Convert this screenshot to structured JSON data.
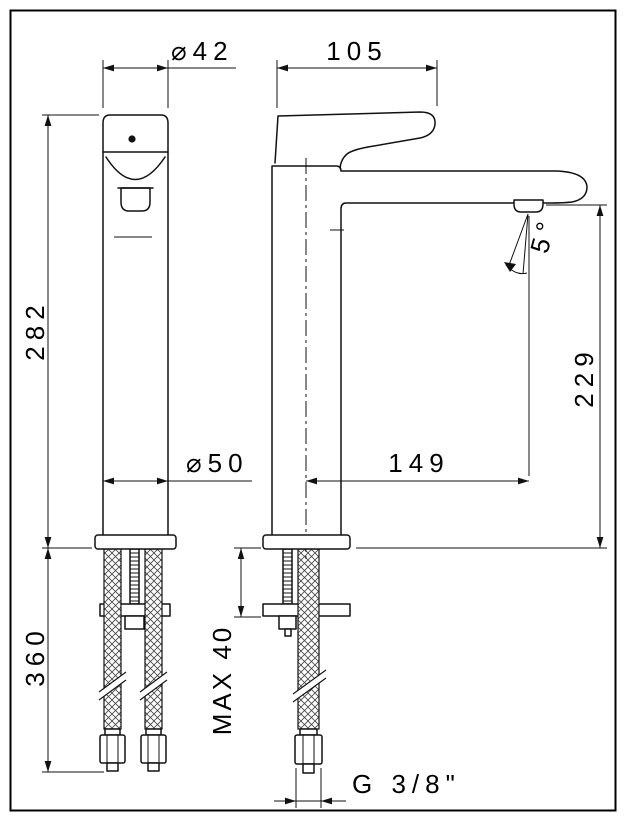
{
  "colors": {
    "ink": "#111111",
    "background": "#ffffff"
  },
  "labels": {
    "dia42": "⌀42",
    "len105": "105",
    "h282": "282",
    "dia50": "⌀50",
    "reach149": "149",
    "h229": "229",
    "angle5": "5°",
    "h360": "360",
    "max40": "MAX 40",
    "thread": "G 3/8\""
  }
}
